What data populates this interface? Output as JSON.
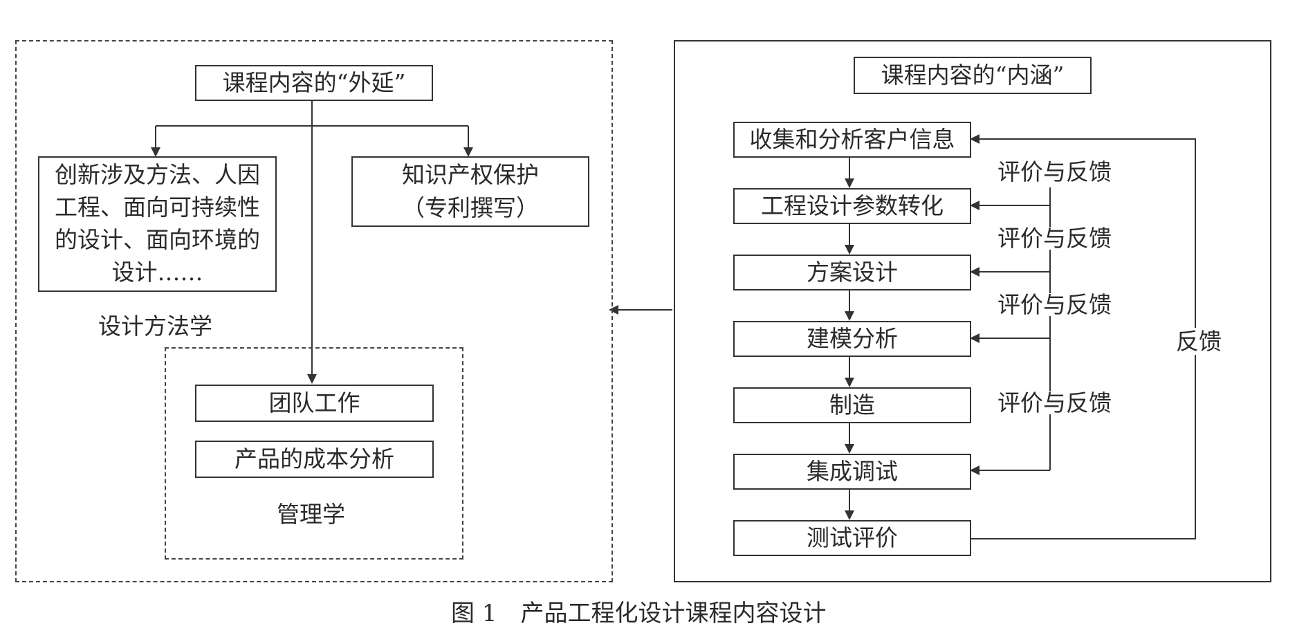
{
  "left_panel": {
    "top_box": "课程内容的“外延”",
    "methods_box": "创新涉及方法、人因工程、面向可持续性的设计、面向环境的设计……",
    "ip_box_line1": "知识产权保护",
    "ip_box_line2": "（专利撰写）",
    "methods_group_label": "设计方法学",
    "teamwork_box": "团队工作",
    "cost_box": "产品的成本分析",
    "management_group_label": "管理学"
  },
  "right_panel": {
    "top_box": "课程内容的“内涵”",
    "steps": [
      "收集和分析客户信息",
      "工程设计参数转化",
      "方案设计",
      "建模分析",
      "制造",
      "集成调试",
      "测试评价"
    ],
    "evaluation_labels": [
      "评价与反馈",
      "评价与反馈",
      "评价与反馈",
      "评价与反馈"
    ],
    "feedback_label": "反馈"
  },
  "caption": "图 1　产品工程化设计课程内容设计"
}
